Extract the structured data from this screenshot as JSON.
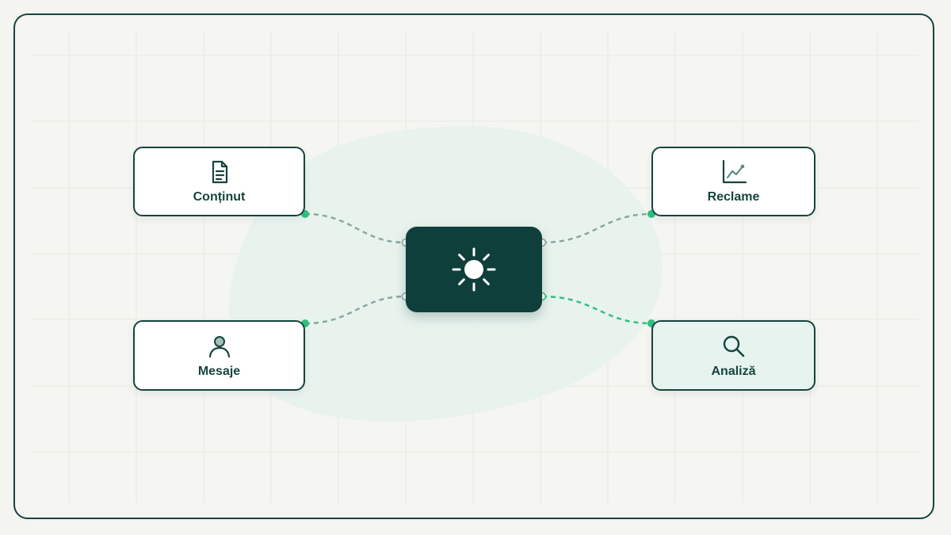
{
  "colors": {
    "frame_border": "#16443f",
    "hub_fill": "#0f3f3b",
    "connector": "#8aa89e",
    "connector_active": "#2ec27e",
    "accent_green": "#2ec27e",
    "blob": "#e6f2ed"
  },
  "hub": {
    "icon": "sun-icon"
  },
  "nodes": {
    "content": {
      "label": "Conținut",
      "icon": "document-icon"
    },
    "ads": {
      "label": "Reclame",
      "icon": "line-chart-icon"
    },
    "messages": {
      "label": "Mesaje",
      "icon": "user-icon"
    },
    "analysis": {
      "label": "Analiză",
      "icon": "magnifier-icon",
      "active": true
    }
  }
}
